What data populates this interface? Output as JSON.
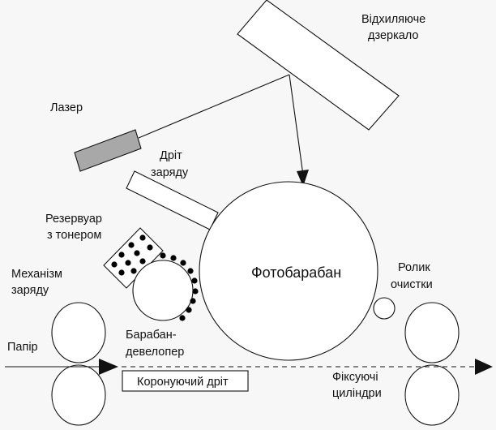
{
  "labels": {
    "mirror_line1": "Відхиляюче",
    "mirror_line2": "дзеркало",
    "laser": "Лазер",
    "charge_wire_line1": "Дріт",
    "charge_wire_line2": "заряду",
    "toner_reservoir_line1": "Резервуар",
    "toner_reservoir_line2": "з тонером",
    "charge_mechanism_line1": "Механізм",
    "charge_mechanism_line2": "заряду",
    "photodrum": "Фотобарабан",
    "cleaning_roller_line1": "Ролик",
    "cleaning_roller_line2": "очистки",
    "paper": "Папір",
    "developer_drum_line1": "Барабан-",
    "developer_drum_line2": "девелопер",
    "corona_wire": "Коронуючий дріт",
    "fuser_line1": "Фіксуючі",
    "fuser_line2": "циліндри"
  }
}
